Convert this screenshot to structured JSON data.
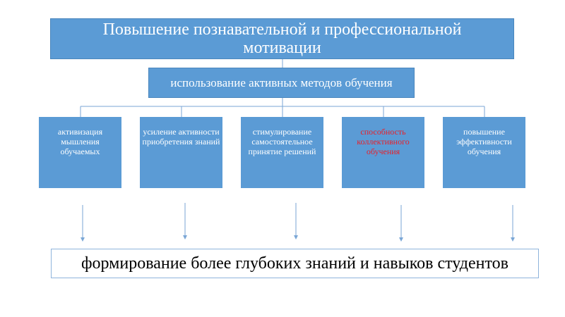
{
  "diagram": {
    "title": "Повышение познавательной и профессиональной мотивации",
    "methods": "использование активных методов обучения",
    "children": [
      {
        "label": "активизация мышления обучаемых",
        "color": "#ffffff"
      },
      {
        "label": "усиление активности приобретения знаний",
        "color": "#ffffff"
      },
      {
        "label": "стимулирование самостоятельное принятие решений",
        "color": "#ffffff"
      },
      {
        "label": "способность коллективного обучения",
        "color": "#e8202a"
      },
      {
        "label": "повышение эффективности обучения",
        "color": "#ffffff"
      }
    ],
    "result": "формирование более глубоких знаний и навыков студентов"
  },
  "colors": {
    "box_fill": "#5b9bd5",
    "connector": "#7aa6d6",
    "highlight_text": "#e8202a"
  }
}
